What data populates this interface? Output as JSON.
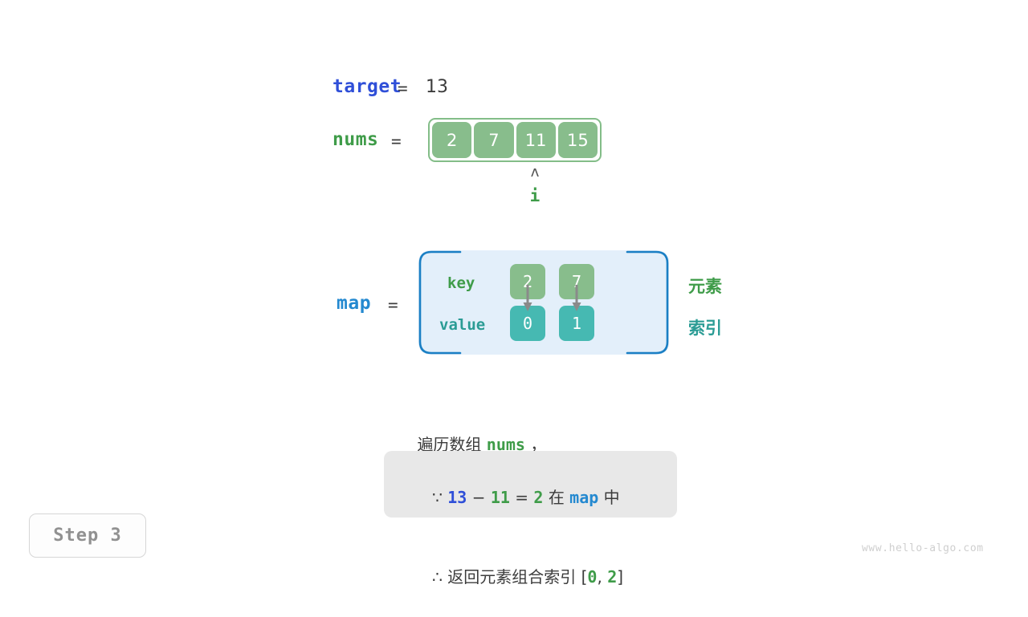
{
  "target": {
    "name": "target",
    "equals": "=",
    "value": "13"
  },
  "nums": {
    "name": "nums",
    "equals": "=",
    "cells": [
      "2",
      "7",
      "11",
      "15"
    ]
  },
  "pointer": {
    "caret": "ʌ",
    "label": "i"
  },
  "map": {
    "name": "map",
    "equals": "=",
    "key_label": "key",
    "value_label": "value",
    "keys": [
      "2",
      "7"
    ],
    "values": [
      "0",
      "1"
    ],
    "note_element": "元素",
    "note_index": "索引"
  },
  "explanation": {
    "traverse_prefix": "遍历数组 ",
    "traverse_code": "nums",
    "traverse_suffix": " ，",
    "line1": {
      "because_symbol": "∵",
      "a": "13",
      "minus": "−",
      "b": "11",
      "equals": "=",
      "result": "2",
      "in_text": "在",
      "map_name": "map",
      "tail_text": "中"
    },
    "line2": {
      "therefore_symbol": "∴",
      "text": "返回元素组合索引",
      "bracket_open": "[",
      "i0": "0",
      "comma": ",",
      "i1": "2",
      "bracket_close": "]"
    }
  },
  "step_badge": "Step 3",
  "watermark": "www.hello-algo.com",
  "colors": {
    "blue_var": "#2f4fd8",
    "light_blue_var": "#2489d0",
    "green_var": "#3f9c49",
    "array_cell": "#88bd8c",
    "array_border": "#83bd88",
    "map_fill": "#e3effa",
    "map_border": "#1a7fc4",
    "value_cell": "#46b9b2",
    "arrow": "#8a8a8a",
    "formula_box": "#e8e8e8",
    "text_dark": "#3c3c3c",
    "badge_text": "#919191",
    "watermark": "#cfcfcf"
  }
}
